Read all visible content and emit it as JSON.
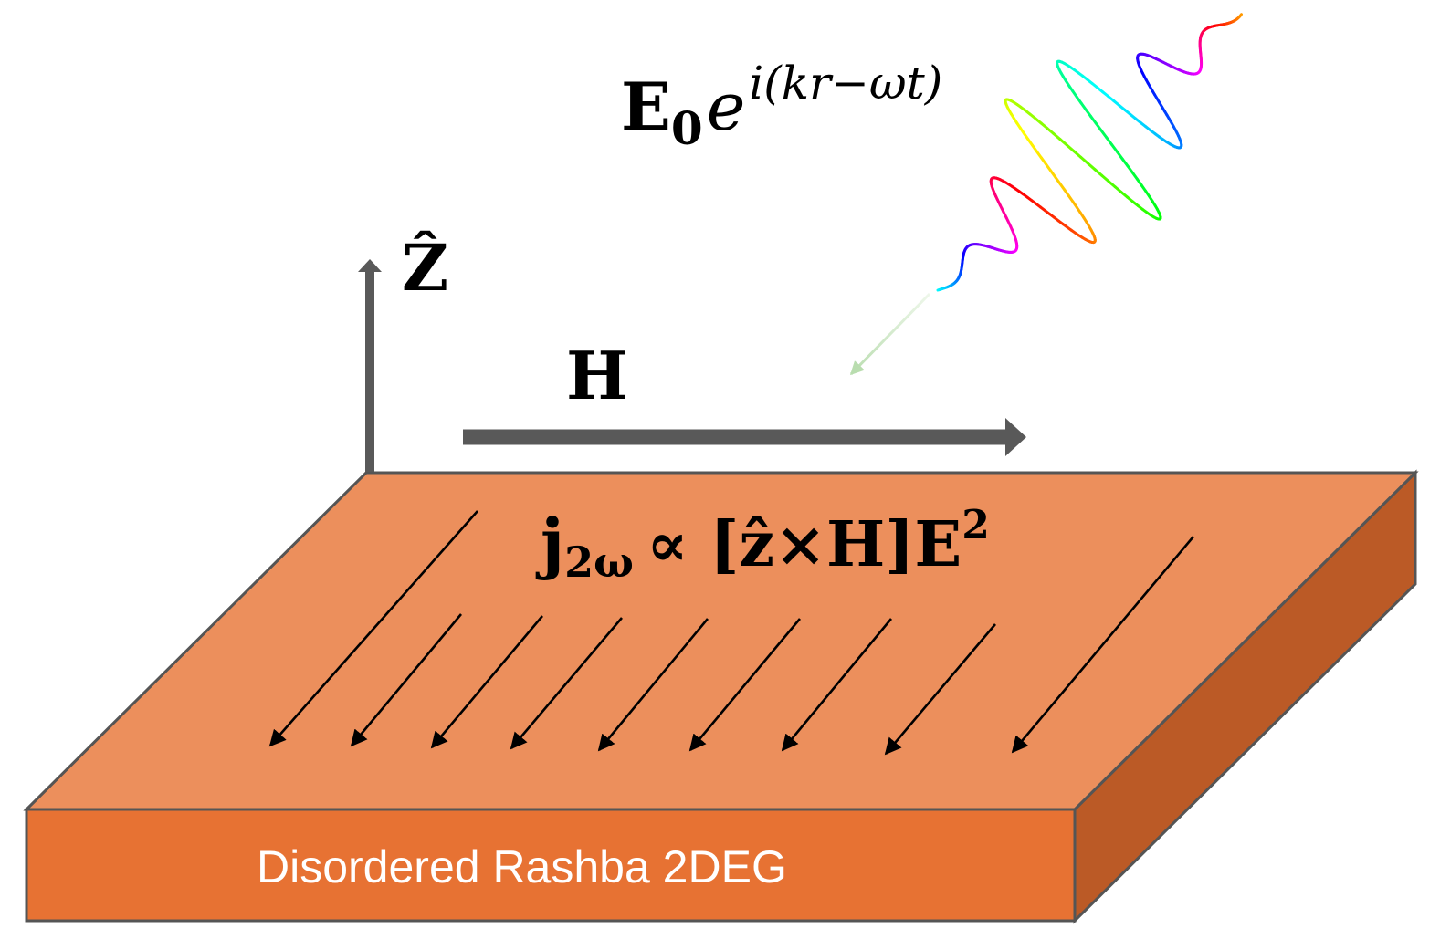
{
  "colors": {
    "slab_top": "#EC8F5C",
    "slab_front": "#E77233",
    "slab_side": "#BB5A26",
    "outline": "#555555",
    "axis_arrow": "#595959",
    "current_arrows": "#000000",
    "incidence_arrow": "#C6E3BE",
    "label_text": "#000000",
    "slab_label_text": "#FFFFFF"
  },
  "labels": {
    "wave_amplitude": "E",
    "wave_amplitude_sub": "0",
    "wave_exp_base": "e",
    "wave_exponent": "i(kr−ωt)",
    "z_axis": "Ẑ",
    "field": "H",
    "current_symbol": "j",
    "current_sub": "2ω",
    "current_relation": "∝ [ẑ×H]E",
    "current_power": "2",
    "slab_label": "Disordered Rashba 2DEG"
  },
  "icons": {
    "wave": "rainbow-wave-packet-icon",
    "z_axis": "up-arrow-icon",
    "field": "right-arrow-icon",
    "current": "diagonal-arrow-icon",
    "incidence": "incidence-arrow-icon"
  }
}
